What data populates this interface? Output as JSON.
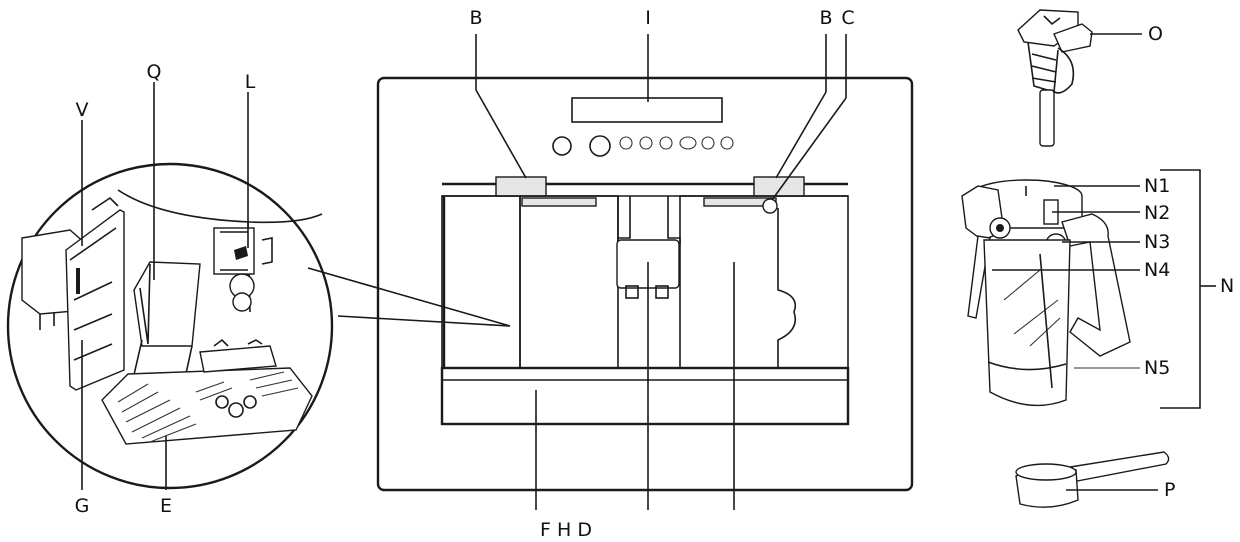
{
  "labels": {
    "B1": "B",
    "I": "I",
    "B2": "B",
    "C": "C",
    "Q": "Q",
    "L": "L",
    "V": "V",
    "G": "G",
    "E": "E",
    "FHD": "F H D",
    "O": "O",
    "N1": "N1",
    "N2": "N2",
    "N3": "N3",
    "N4": "N4",
    "N5": "N5",
    "N": "N",
    "P": "P"
  }
}
